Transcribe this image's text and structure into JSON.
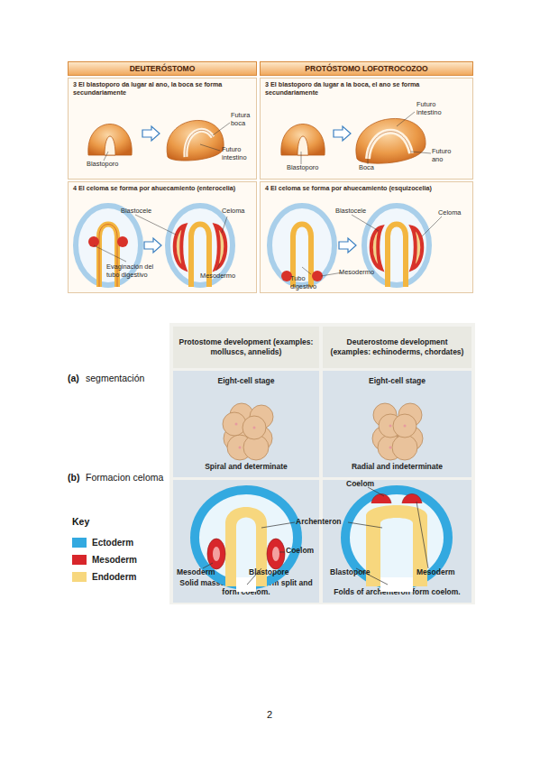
{
  "diagram": {
    "nodes": [
      {
        "text": [
          "DEUTERÓSTOMO"
        ]
      },
      {
        "text": [
          "PROTÓSTOMO LOFOTROCOZOO"
        ]
      },
      {
        "text": [
          "3 El blastoporo da lugar al ano, la boca se forma secundariamente"
        ]
      },
      {
        "text": [
          "3 El blastoporo da lugar a la boca, el ano se forma secundariamente"
        ]
      },
      {
        "text": [
          "4 El celoma se forma por ahuecamiento (enterocelia)"
        ]
      },
      {
        "text": [
          "4 El celoma se forma por ahuecamiento (esquizocelia)"
        ]
      },
      {
        "text": [
          "Protostome development (examples: molluscs, annelids)"
        ]
      },
      {
        "text": [
          "Deuterostome development (examples: echinoderms, chordates)"
        ]
      },
      {
        "text": [
          "Eight-cell stage",
          "Spiral and determinate"
        ]
      },
      {
        "text": [
          "Eight-cell stage",
          "Radial and indeterminate"
        ]
      },
      {
        "text": [
          "Solid masses of mesoderm split and form coelom."
        ]
      },
      {
        "text": [
          "Folds of archenteron form coelom."
        ]
      }
    ],
    "labels": [
      "Futura boca",
      "Futuro intestino",
      "Blastoporo",
      "Futuro intestino",
      "Blastoporo",
      "Boca",
      "Futuro ano",
      "Blastocele",
      "Celoma",
      "Evaginación del tubo digestivo",
      "Mesodermo",
      "Blastocele",
      "Celoma",
      "Tubo digestivo",
      "Mesodermo",
      "(a)",
      "segmentación",
      "(b)",
      "Formacion celoma",
      "Key",
      "Coelom",
      "Archenteron",
      "Coelom",
      "Mesoderm",
      "Blastopore",
      "Blastopore",
      "Mesoderm",
      "2"
    ],
    "legend": [
      {
        "text": "Ectoderm",
        "color": "#33a9e0"
      },
      {
        "text": "Mesoderm",
        "color": "#d8262b"
      },
      {
        "text": "Endoderm",
        "color": "#f7d77e"
      }
    ]
  }
}
